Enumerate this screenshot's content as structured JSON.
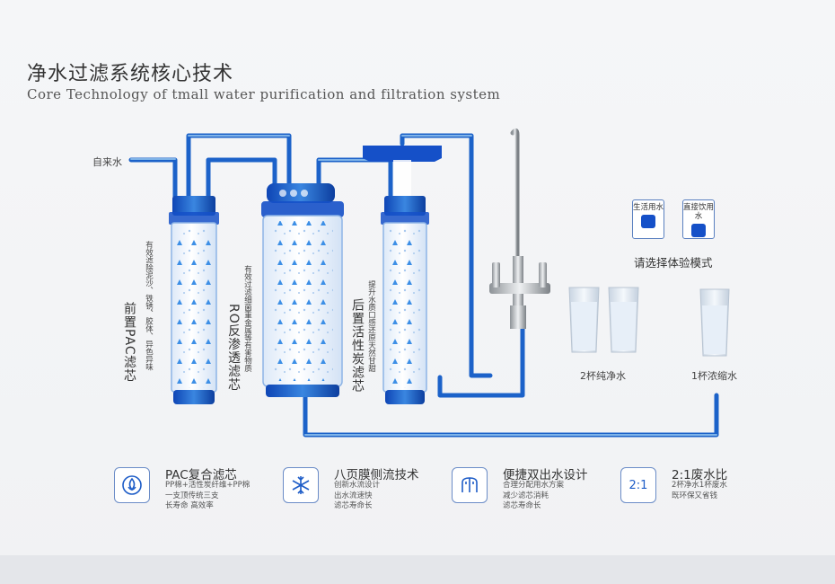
{
  "title_cn": "净水过滤系统核心技术",
  "title_en": "Core Technology of tmall water purification and filtration system",
  "inlet_label": "自来水",
  "filters": [
    {
      "name": "前置PAC滤芯",
      "desc": "有效滤除泥沙、铁锈、胶体、异色异味"
    },
    {
      "name": "RO反渗透滤芯",
      "desc": "有效过滤细菌重金属等有害物质"
    },
    {
      "name": "后置活性炭滤芯",
      "desc": "提升水质口感还原天然甘甜"
    }
  ],
  "modes": [
    {
      "label": "生活用水"
    },
    {
      "label": "直接饮用水"
    }
  ],
  "mode_caption": "请选择体验模式",
  "glass_labels": [
    "2杯纯净水",
    "1杯浓缩水"
  ],
  "features": [
    {
      "icon": "water-drop-circle-icon",
      "title": "PAC复合滤芯",
      "lines": [
        "PP棉+活性炭纤维+PP棉",
        "一支顶传统三支",
        "长寿命  高效率"
      ]
    },
    {
      "icon": "snowflake-icon",
      "title": "八页膜侧流技术",
      "lines": [
        "创新水流设计",
        "出水流速快",
        "滤芯寿命长"
      ]
    },
    {
      "icon": "faucet-icon",
      "title": "便捷双出水设计",
      "lines": [
        "合理分配用水方案",
        "减少滤芯消耗",
        "滤芯寿命长"
      ]
    },
    {
      "icon": "ratio-icon",
      "icon_text": "2:1",
      "title": "2:1废水比",
      "lines": [
        "2杯净水1杯废水",
        "既环保又省钱"
      ]
    }
  ],
  "colors": {
    "pipe_blue": "#1c62c9",
    "pipe_light": "#7fb3e8",
    "accent": "#1550c8",
    "icon_blue": "#1d5cc7"
  }
}
